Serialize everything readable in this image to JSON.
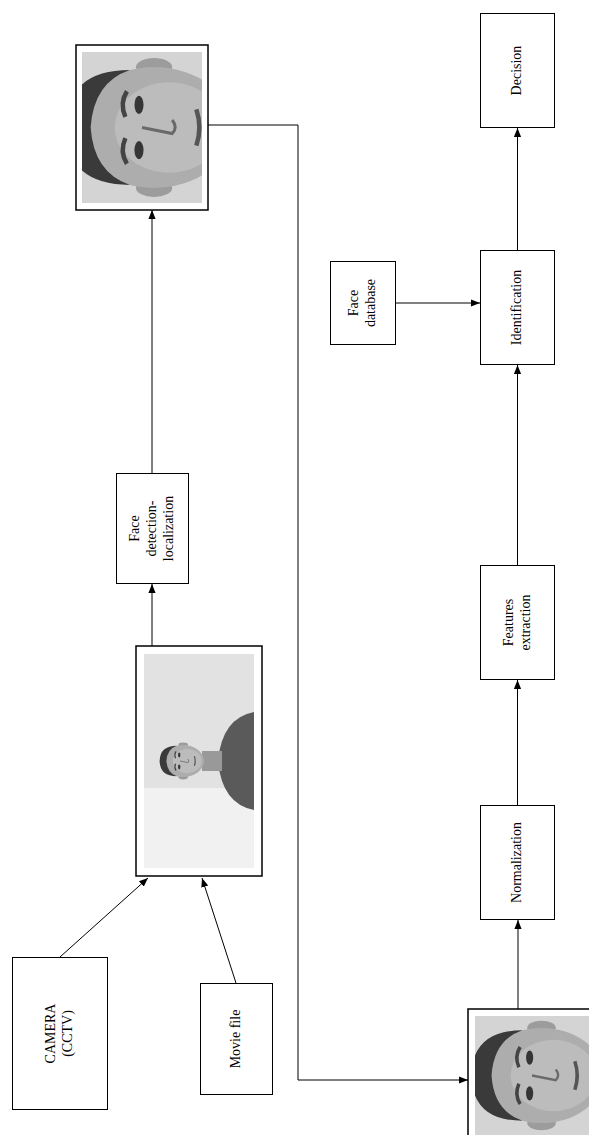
{
  "diagram": {
    "nodes": [
      {
        "text": [
          "CAMERA (CCTV)"
        ]
      },
      {
        "text": [
          "Movie file"
        ]
      },
      {
        "text": [
          "Face detection-localization"
        ]
      },
      {
        "text": [
          "Normalization"
        ]
      },
      {
        "text": [
          "Features extraction"
        ]
      },
      {
        "text": [
          "Face database"
        ]
      },
      {
        "text": [
          "Identification"
        ]
      },
      {
        "text": [
          "Decision"
        ]
      }
    ],
    "edges": [
      {
        "from": 3,
        "to": 4,
        "arrow": "to"
      },
      {
        "from": 4,
        "to": 6,
        "arrow": "to"
      },
      {
        "from": 5,
        "to": 6,
        "arrow": "to"
      },
      {
        "from": 6,
        "to": 7,
        "arrow": "to"
      }
    ]
  }
}
